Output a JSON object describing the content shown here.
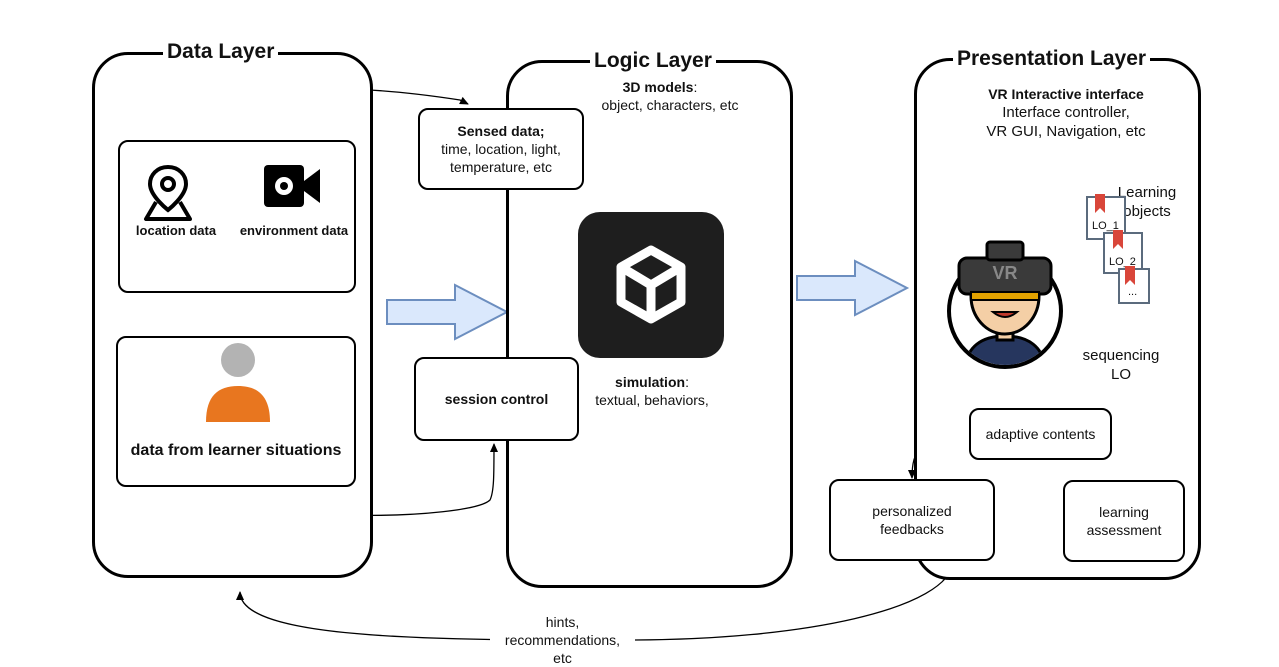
{
  "data_layer": {
    "title": "Data Layer",
    "location_label": "location data",
    "environment_label": "environment data",
    "learner_label": "data from learner situations"
  },
  "logic_layer": {
    "title": "Logic Layer",
    "models_heading": "3D models",
    "models_suffix": ":",
    "models_detail": "object, characters, etc",
    "sensed_heading": "Sensed data;",
    "sensed_line1": "time, location, light,",
    "sensed_line2": "temperature, etc",
    "session_label": "session control",
    "simulation_heading": "simulation",
    "simulation_suffix": ":",
    "simulation_detail": "textual, behaviors,"
  },
  "presentation_layer": {
    "title": "Presentation Layer",
    "vr_heading": "VR Interactive interface",
    "vr_line1": "Interface controller,",
    "vr_line2": "VR GUI, Navigation, etc",
    "headset_label": "VR",
    "lo_title_line1": "Learning",
    "lo_title_line2": "objects",
    "lo1": "LO_1",
    "lo2": "LO_2",
    "lo3": "...",
    "sequencing_line1": "sequencing",
    "sequencing_line2": "LO",
    "adaptive_label": "adaptive contents",
    "feedback_line1": "personalized",
    "feedback_line2": "feedbacks",
    "assessment_line1": "learning",
    "assessment_line2": "assessment"
  },
  "bottom_label": {
    "line1": "hints,",
    "line2": "recommendations,",
    "line3": "etc"
  },
  "colors": {
    "arrow_fill": "#dae8fc",
    "arrow_stroke": "#6c8ebf",
    "unity_bg": "#1e1e1e",
    "person_head": "#b3b3b3",
    "person_body": "#e8761f",
    "avatar_skin": "#f4cfa6",
    "avatar_shirt": "#26365e",
    "bookmark": "#d9463a"
  },
  "icons": [
    "location-pin-icon",
    "camera-icon",
    "person-icon",
    "unity-logo-icon",
    "vr-avatar-icon",
    "bookmark-icon"
  ]
}
